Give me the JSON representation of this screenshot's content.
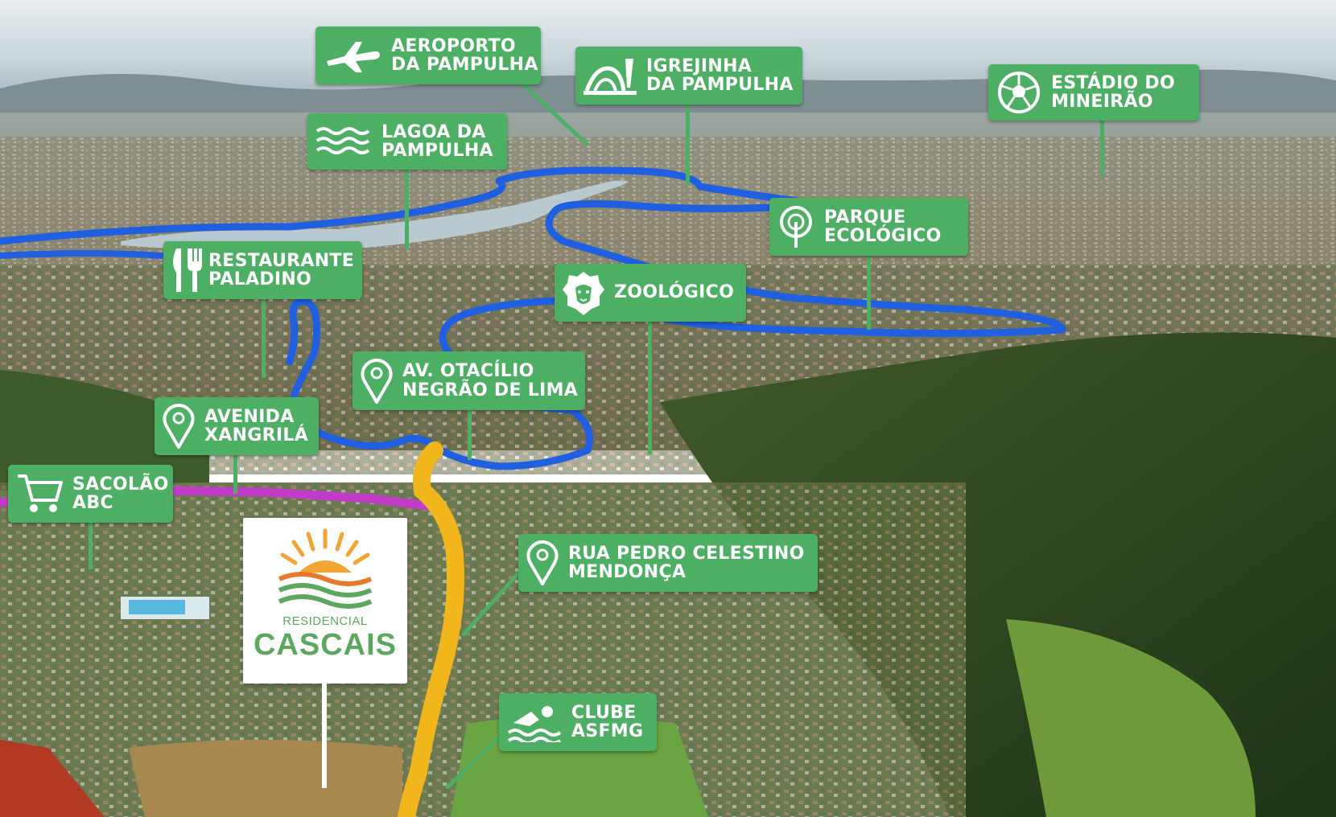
{
  "map": {
    "colors": {
      "label_green": "#4caf63",
      "river_blue": "#1f5fe0",
      "road_yellow": "#f0b61b",
      "road_magenta": "#c23cc9",
      "logo_green": "#5aa75d",
      "logo_orange": "#f2a532"
    },
    "labels": {
      "aeroporto": {
        "line1": "AEROPORTO",
        "line2": "DA PAMPULHA",
        "icon": "airplane-icon"
      },
      "igrejinha": {
        "line1": "IGREJINHA",
        "line2": "DA PAMPULHA",
        "icon": "church-icon"
      },
      "estadio": {
        "line1": "ESTÁDIO DO",
        "line2": "MINEIRÃO",
        "icon": "soccer-ball-icon"
      },
      "lagoa": {
        "line1": "LAGOA DA",
        "line2": "PAMPULHA",
        "icon": "waves-icon"
      },
      "parque": {
        "line1": "PARQUE",
        "line2": "ECOLÓGICO",
        "icon": "tree-icon"
      },
      "restaurante": {
        "line1": "RESTAURANTE",
        "line2": "PALADINO",
        "icon": "cutlery-icon"
      },
      "zoologico": {
        "line1": "ZOOLÓGICO",
        "icon": "lion-icon"
      },
      "otacilio": {
        "line1": "AV. OTACÍLIO",
        "line2": "NEGRÃO DE LIMA",
        "icon": "map-pin-icon"
      },
      "xangrila": {
        "line1": "AVENIDA",
        "line2": "XANGRILÁ",
        "icon": "map-pin-icon"
      },
      "sacolao": {
        "line1": "SACOLÃO",
        "line2": "ABC",
        "icon": "shopping-cart-icon"
      },
      "rua_pedro": {
        "line1": "RUA PEDRO CELESTINO",
        "line2": "MENDONÇA",
        "icon": "map-pin-icon"
      },
      "clube": {
        "line1": "CLUBE",
        "line2": "ASFMG",
        "icon": "swimmer-icon"
      }
    },
    "logo": {
      "subtitle": "RESIDENCIAL",
      "name": "CASCAIS"
    }
  }
}
